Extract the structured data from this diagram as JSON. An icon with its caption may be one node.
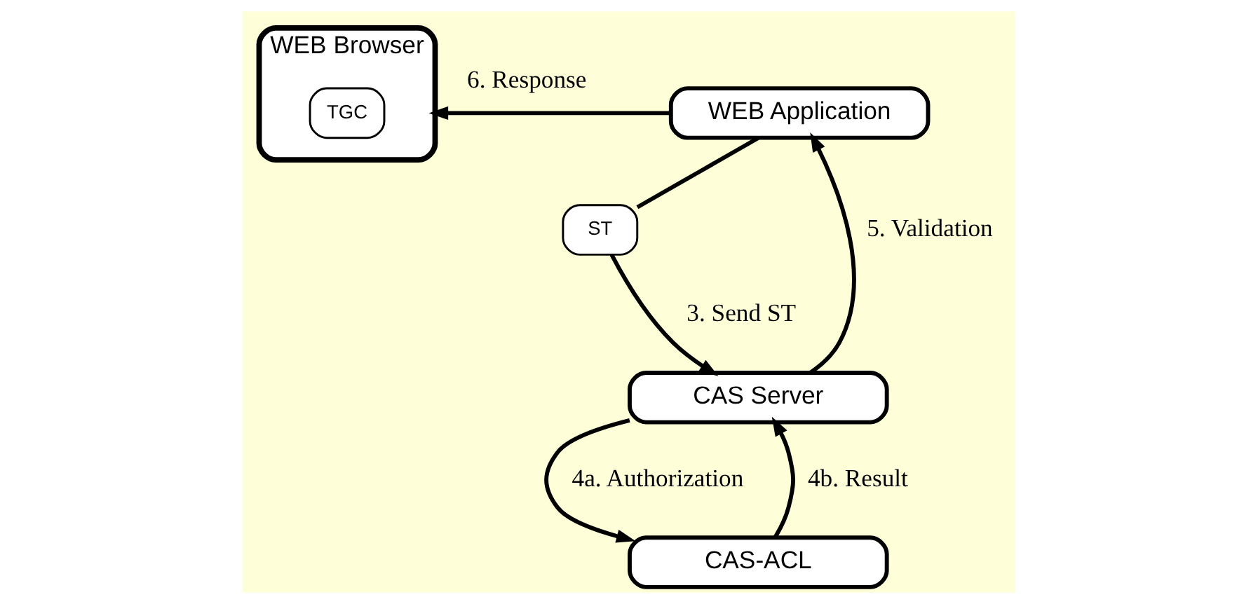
{
  "diagram": {
    "nodes": [
      {
        "text": [
          "WEB Browser"
        ]
      },
      {
        "text": [
          "TGC"
        ],
        "in": 0
      },
      {
        "text": [
          "WEB Application"
        ]
      },
      {
        "text": [
          "ST"
        ]
      },
      {
        "text": [
          "CAS Server"
        ]
      },
      {
        "text": [
          "CAS-ACL"
        ]
      }
    ],
    "edges": [
      {
        "from": 2,
        "to": 0,
        "arrow": "to",
        "label": "6. Response"
      },
      {
        "from": 2,
        "to": 3,
        "arrow": "none"
      },
      {
        "from": 3,
        "to": 4,
        "arrow": "to",
        "label": "3. Send ST"
      },
      {
        "from": 4,
        "to": 2,
        "arrow": "to",
        "label": "5. Validation"
      },
      {
        "from": 4,
        "to": 5,
        "arrow": "to",
        "label": "4a. Authorization"
      },
      {
        "from": 5,
        "to": 4,
        "arrow": "to",
        "label": "4b. Result"
      }
    ]
  }
}
